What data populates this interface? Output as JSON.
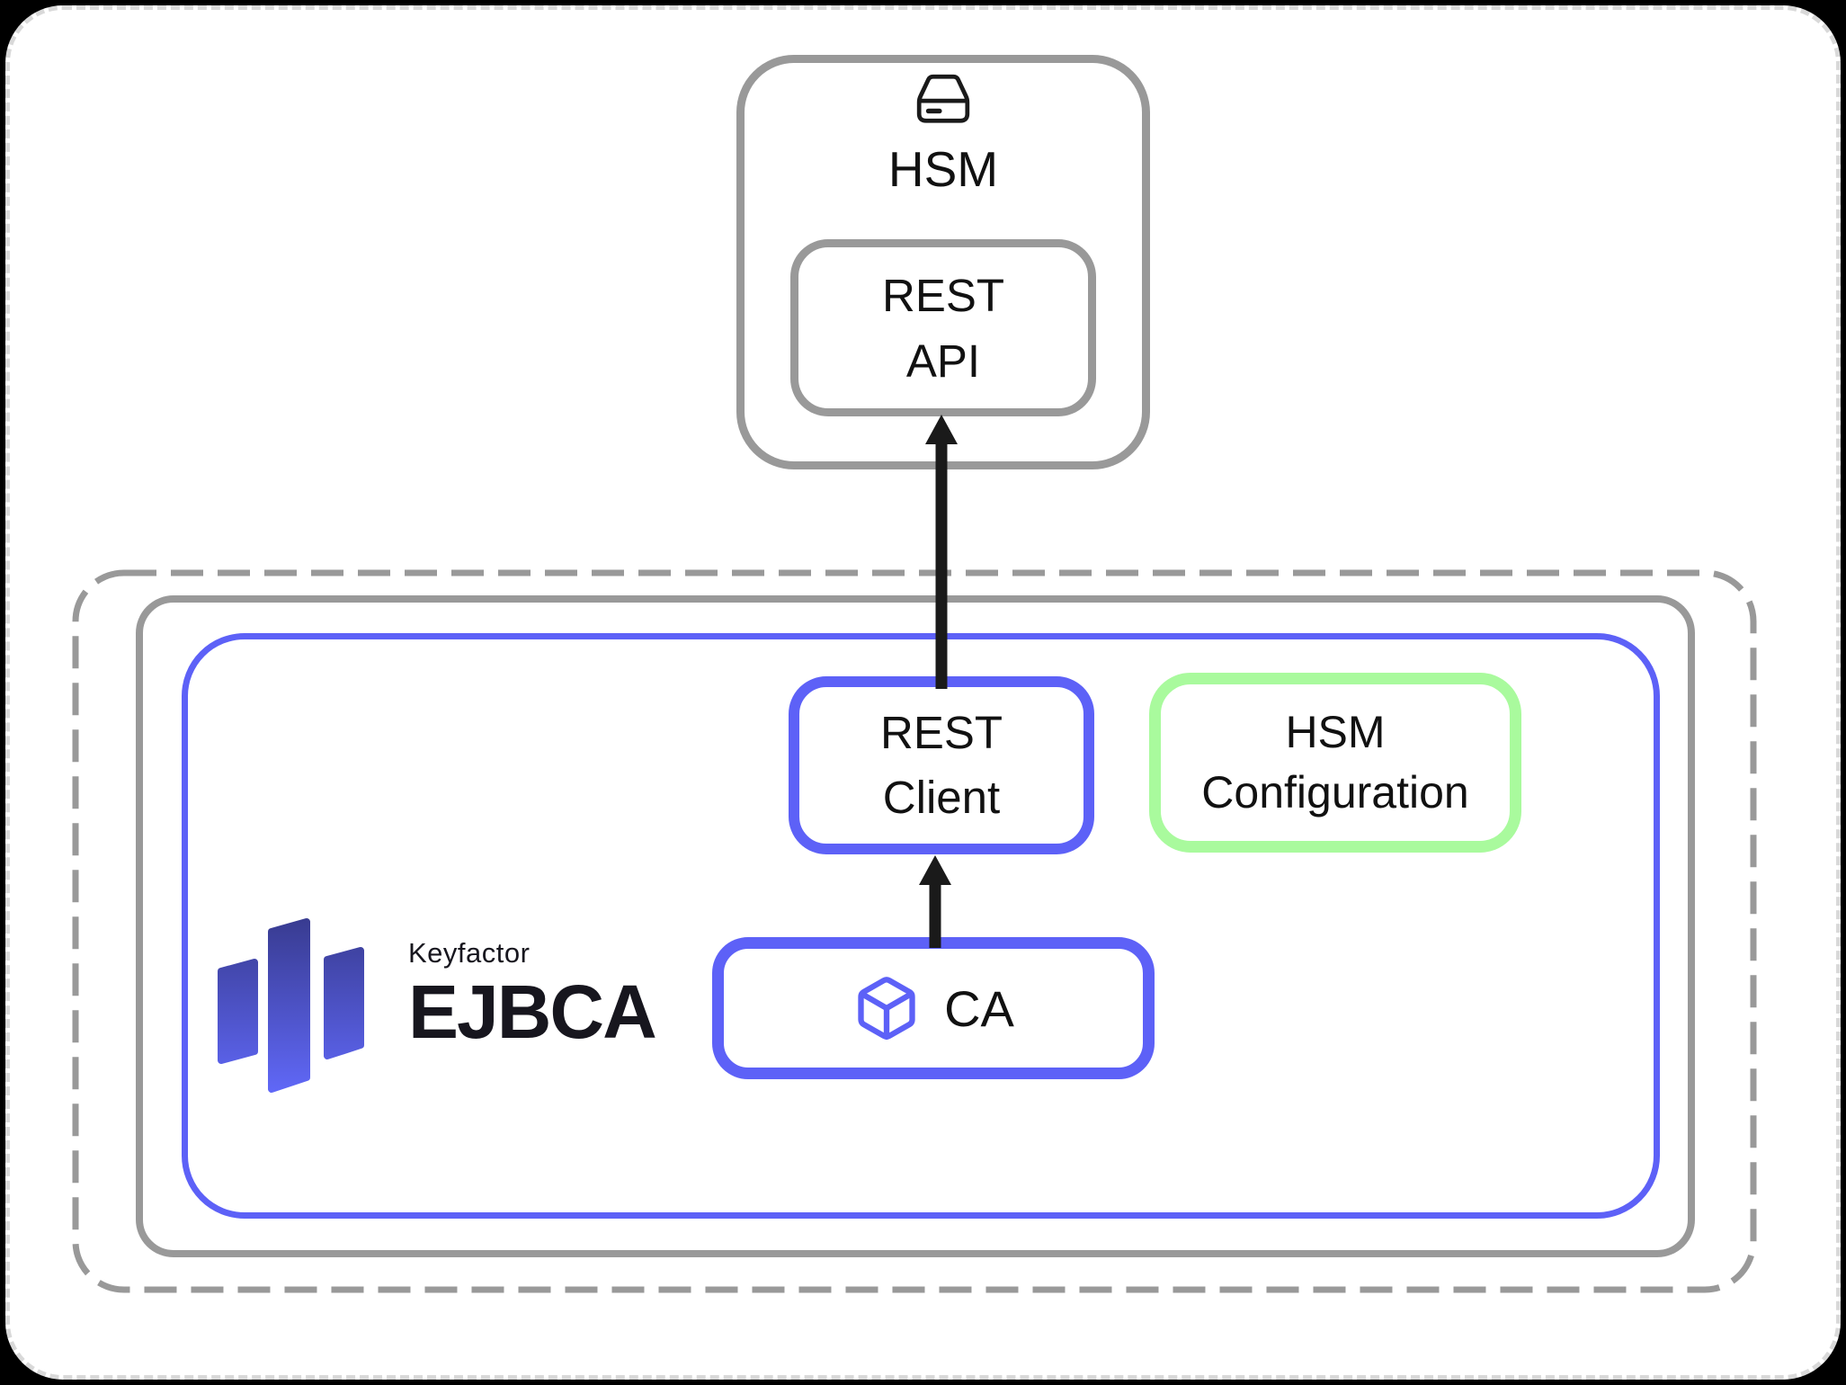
{
  "nodes": {
    "hsm": {
      "label": "HSM",
      "icon": "hard-drive-icon"
    },
    "rest_api": {
      "line1": "REST",
      "line2": "API"
    },
    "rest_client": {
      "line1": "REST",
      "line2": "Client"
    },
    "hsm_configuration": {
      "line1": "HSM",
      "line2": "Configuration"
    },
    "ca": {
      "label": "CA",
      "icon": "cube-icon"
    }
  },
  "logo": {
    "brand": "Keyfactor",
    "product": "EJBCA"
  },
  "colors": {
    "surface": "#ffffff",
    "box_border_gray": "#999999",
    "accent_blue": "#5d61f7",
    "accent_green": "#a9fa9d",
    "arrow_black": "#1a1a1a",
    "text": "#111111",
    "logo_gradient_top": "#383b90",
    "logo_gradient_bottom": "#6169fa"
  }
}
